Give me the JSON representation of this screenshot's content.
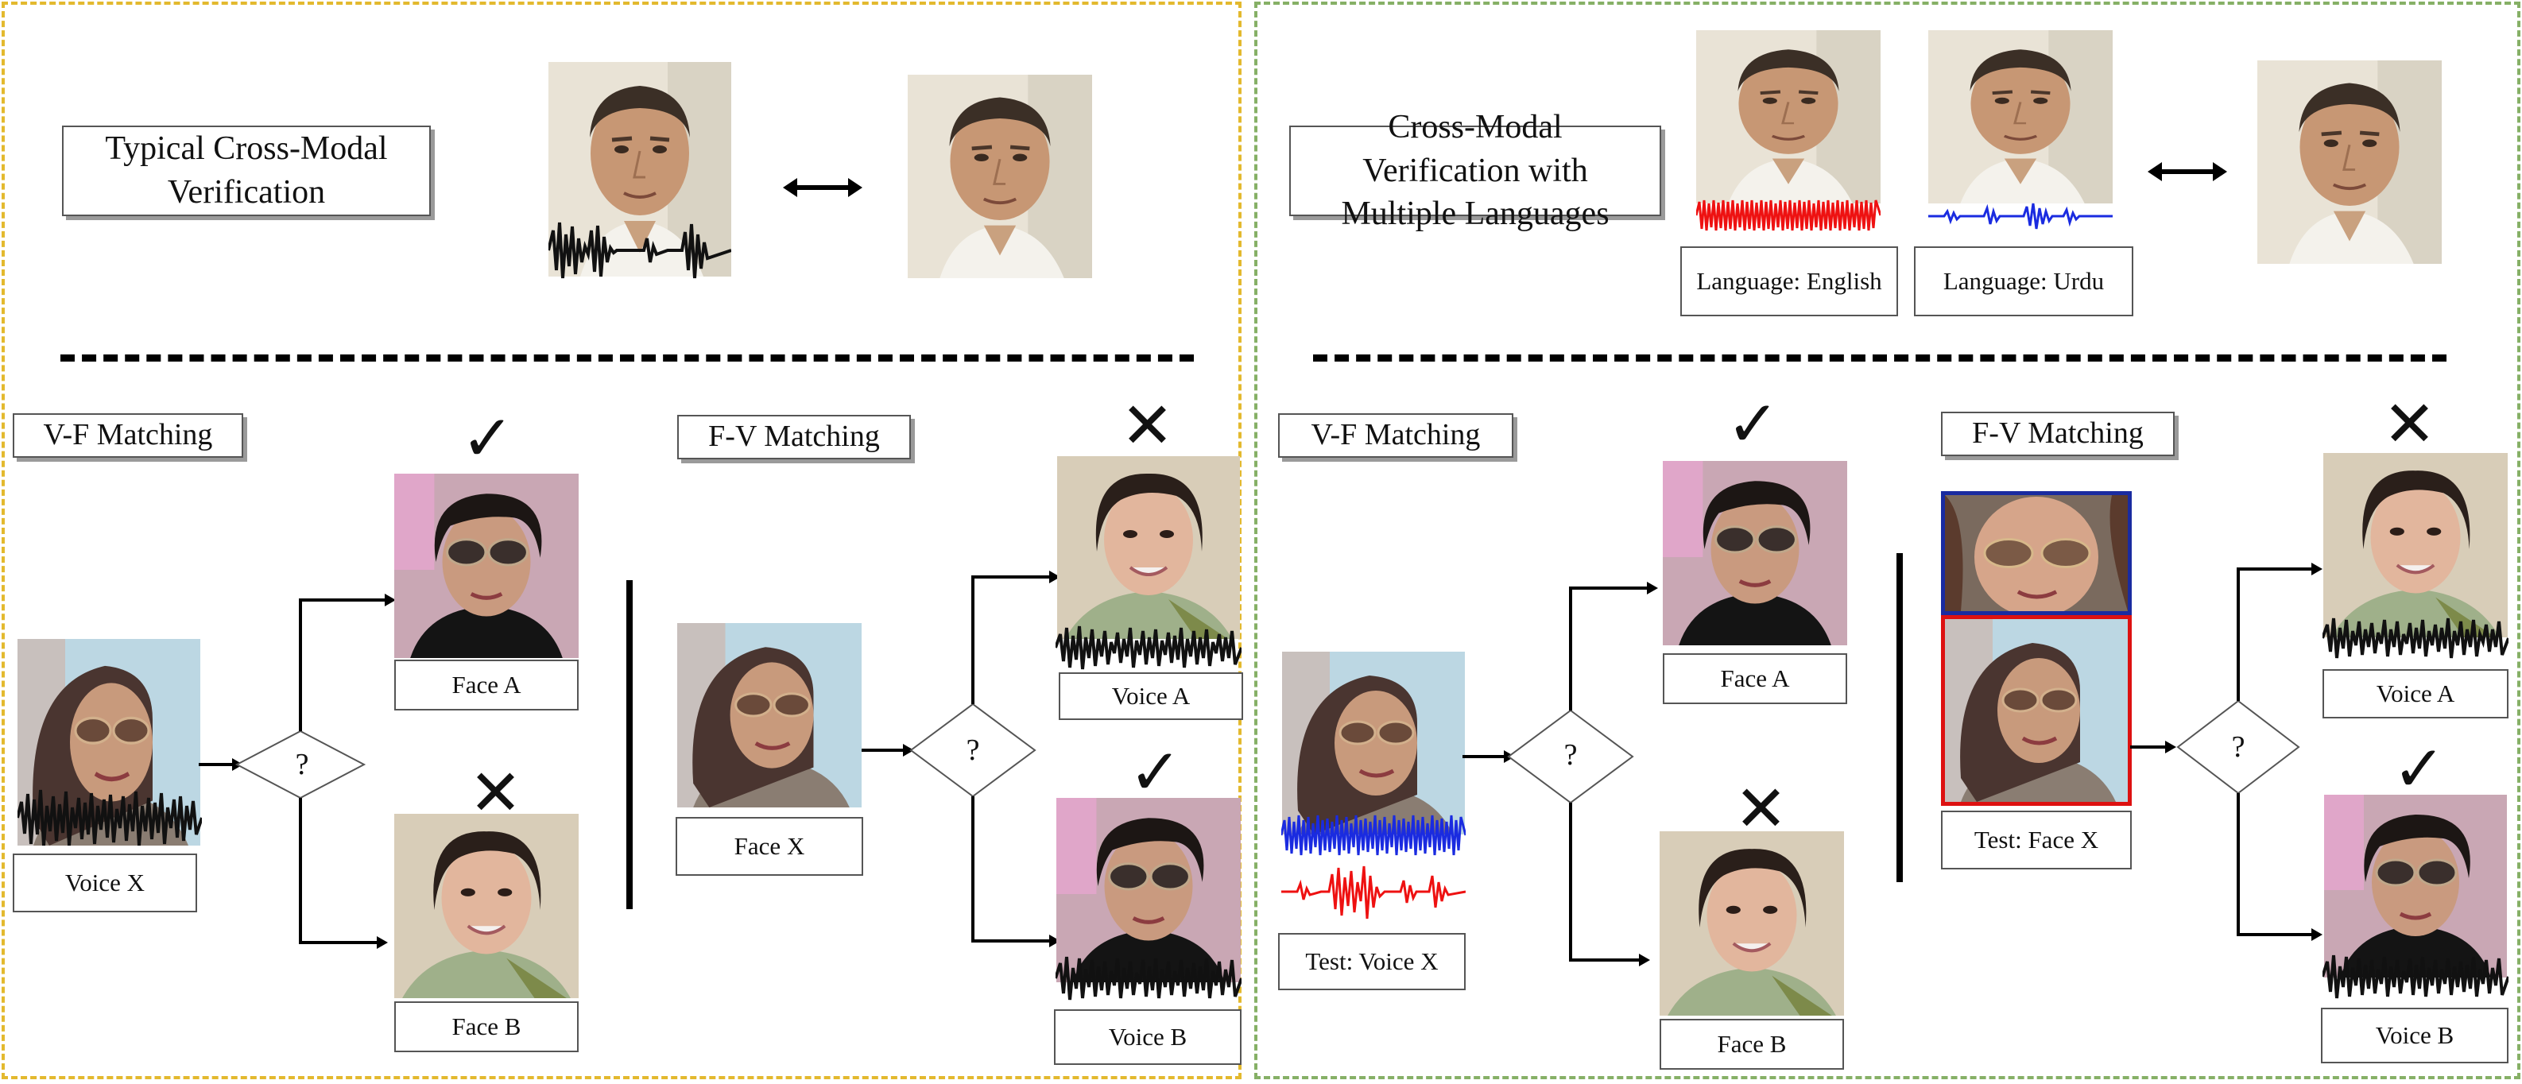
{
  "colors": {
    "left_panel_border": "#e3b92e",
    "right_panel_border": "#86b066",
    "waveform_black": "#111111",
    "waveform_red": "#ee1111",
    "waveform_blue": "#1a2be0",
    "highlight_blue": "#1a2ba0",
    "highlight_red": "#dd1111"
  },
  "left": {
    "title": "Typical Cross-Modal Verification",
    "vf": {
      "title": "V-F Matching",
      "query": "Voice X",
      "option_a": "Face A",
      "option_b": "Face B",
      "decision": "?",
      "result_a": "correct",
      "result_b": "wrong"
    },
    "fv": {
      "title": "F-V Matching",
      "query": "Face X",
      "option_a": "Voice A",
      "option_b": "Voice B",
      "decision": "?",
      "result_a": "wrong",
      "result_b": "correct"
    }
  },
  "right": {
    "title": "Cross-Modal Verification with Multiple Languages",
    "language_1": "Language: English",
    "language_2": "Language: Urdu",
    "vf": {
      "title": "V-F Matching",
      "query": "Test: Voice X",
      "option_a": "Face A",
      "option_b": "Face B",
      "decision": "?",
      "result_a": "correct",
      "result_b": "wrong"
    },
    "fv": {
      "title": "F-V Matching",
      "query": "Test: Face X",
      "option_a": "Voice A",
      "option_b": "Voice B",
      "decision": "?",
      "result_a": "wrong",
      "result_b": "correct"
    }
  },
  "icons": {
    "correct": "checkmark-icon",
    "wrong": "cross-icon",
    "pair": "double-arrow-icon"
  }
}
